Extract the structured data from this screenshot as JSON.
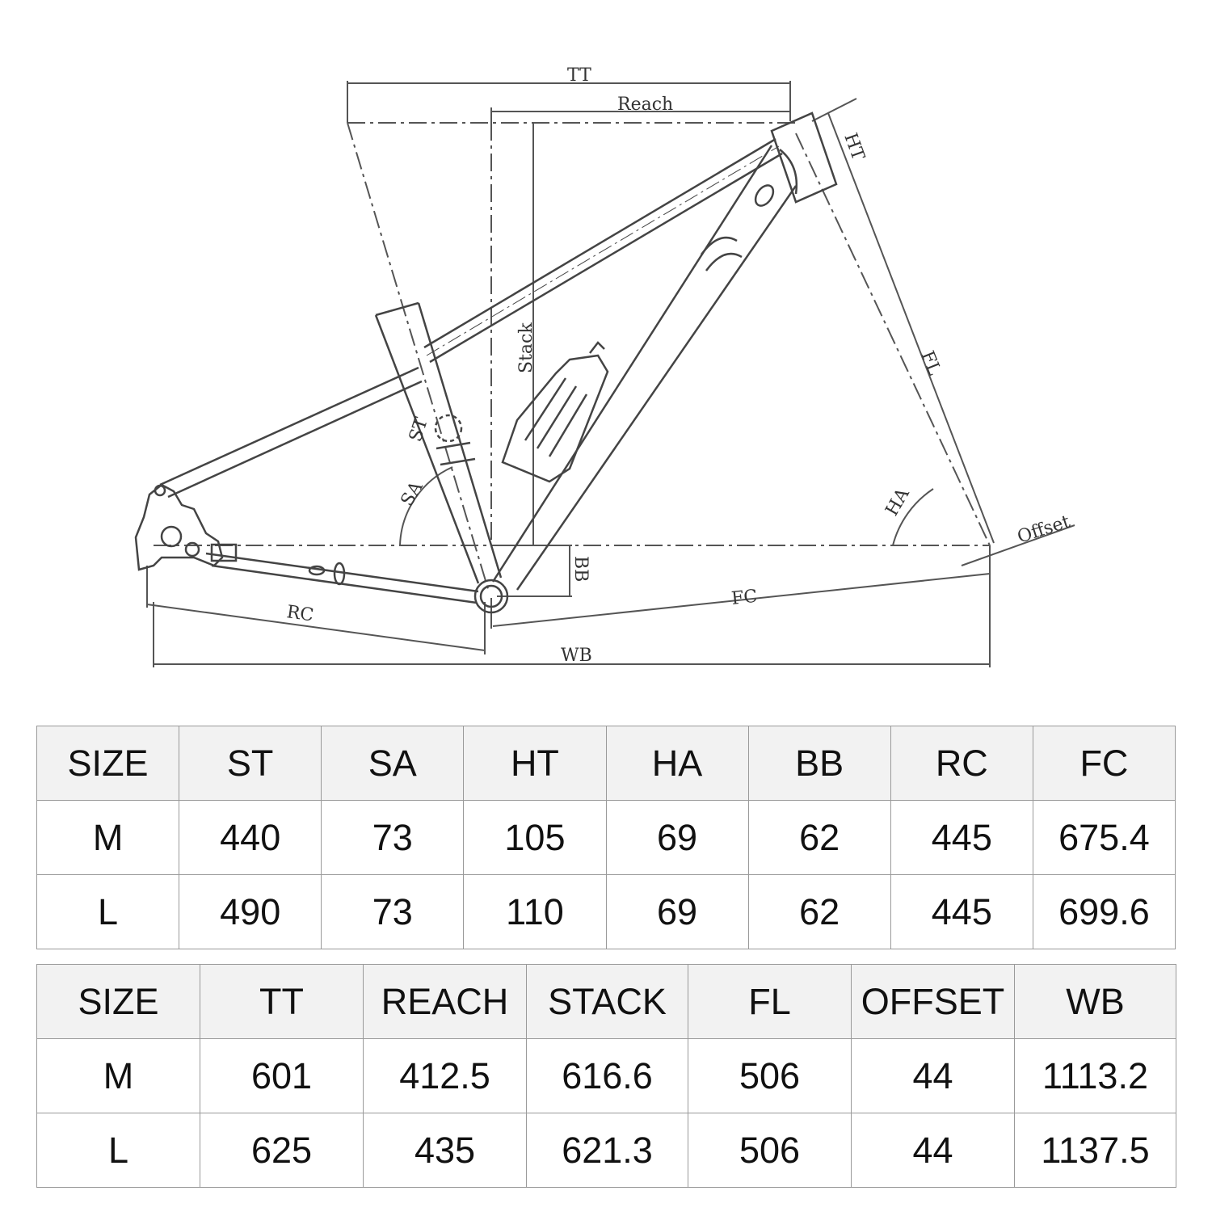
{
  "diagram": {
    "labels": {
      "tt": "TT",
      "reach": "Reach",
      "ht": "HT",
      "stack": "Stack",
      "fl": "FL",
      "st": "ST",
      "sa": "SA",
      "ha": "HA",
      "bb": "BB",
      "offset": "Offset",
      "rc": "RC",
      "fc": "FC",
      "wb": "WB"
    }
  },
  "table1": {
    "headers": [
      "SIZE",
      "ST",
      "SA",
      "HT",
      "HA",
      "BB",
      "RC",
      "FC"
    ],
    "rows": [
      [
        "M",
        "440",
        "73",
        "105",
        "69",
        "62",
        "445",
        "675.4"
      ],
      [
        "L",
        "490",
        "73",
        "110",
        "69",
        "62",
        "445",
        "699.6"
      ]
    ]
  },
  "table2": {
    "headers": [
      "SIZE",
      "TT",
      "REACH",
      "STACK",
      "FL",
      "OFFSET",
      "WB"
    ],
    "rows": [
      [
        "M",
        "601",
        "412.5",
        "616.6",
        "506",
        "44",
        "1113.2"
      ],
      [
        "L",
        "625",
        "435",
        "621.3",
        "506",
        "44",
        "1137.5"
      ]
    ]
  },
  "colors": {
    "line": "#444444",
    "dim": "#555555",
    "header_bg": "#f2f2f2",
    "border": "#9a9a9a"
  }
}
